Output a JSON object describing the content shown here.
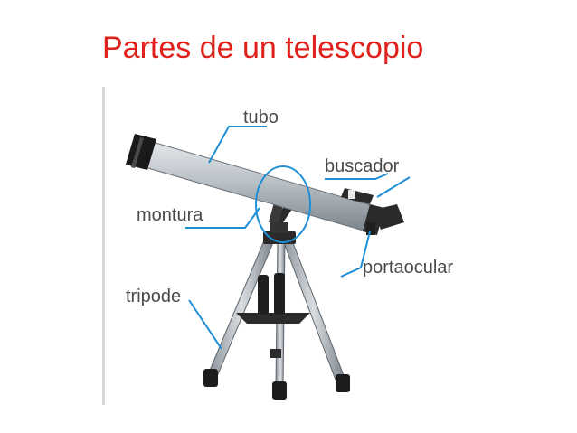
{
  "title": "Partes de un telescopio",
  "labels": {
    "tubo": "tubo",
    "buscador": "buscador",
    "montura": "montura",
    "portaocular": "portaocular",
    "tripode": "tripode"
  },
  "colors": {
    "title": "#e0201b",
    "callout": "#1e8fd6",
    "label_text": "#4a4a4a"
  }
}
